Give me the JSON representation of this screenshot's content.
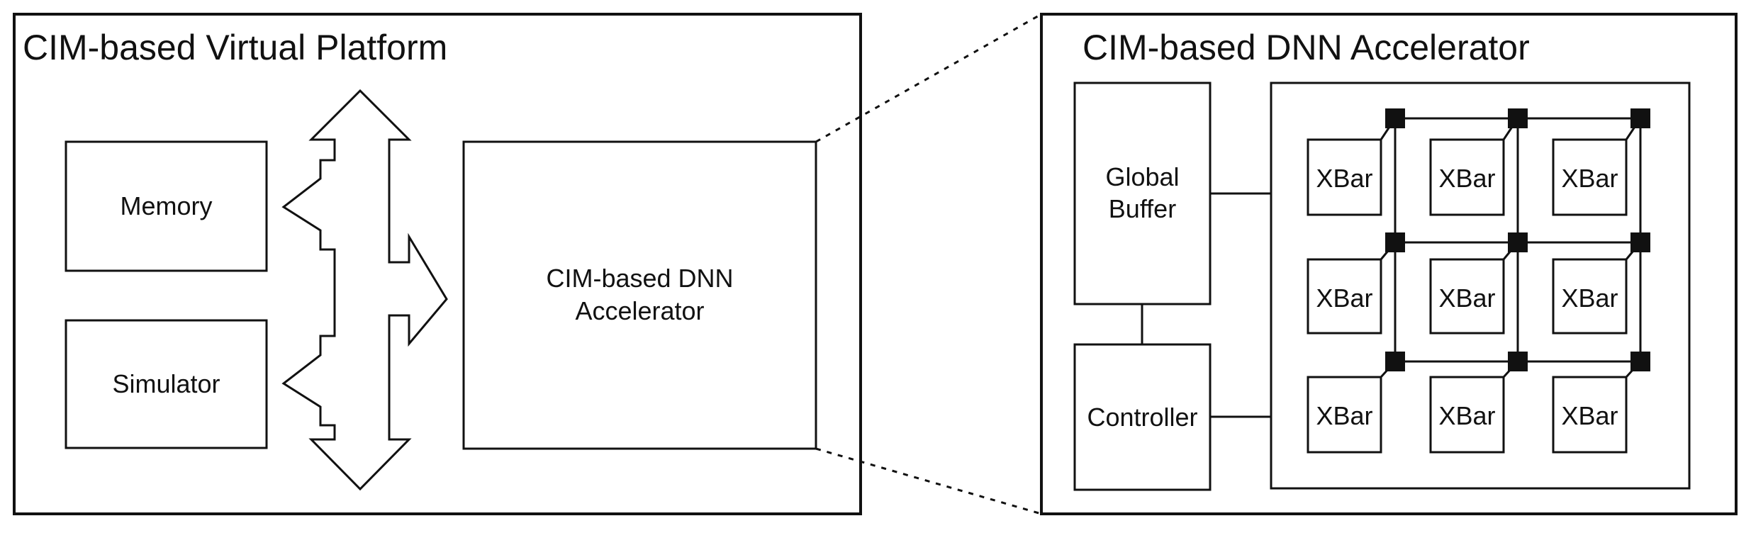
{
  "colors": {
    "stroke": "#111111",
    "background": "#ffffff"
  },
  "platform": {
    "title": "CIM-based Virtual Platform",
    "memory": "Memory",
    "simulator": "Simulator",
    "accelerator_line1": "CIM-based DNN",
    "accelerator_line2": "Accelerator"
  },
  "accelerator": {
    "title": "CIM-based DNN Accelerator",
    "global_buffer_line1": "Global",
    "global_buffer_line2": "Buffer",
    "controller": "Controller",
    "xbars": [
      "XBar",
      "XBar",
      "XBar",
      "XBar",
      "XBar",
      "XBar",
      "XBar",
      "XBar",
      "XBar"
    ]
  }
}
